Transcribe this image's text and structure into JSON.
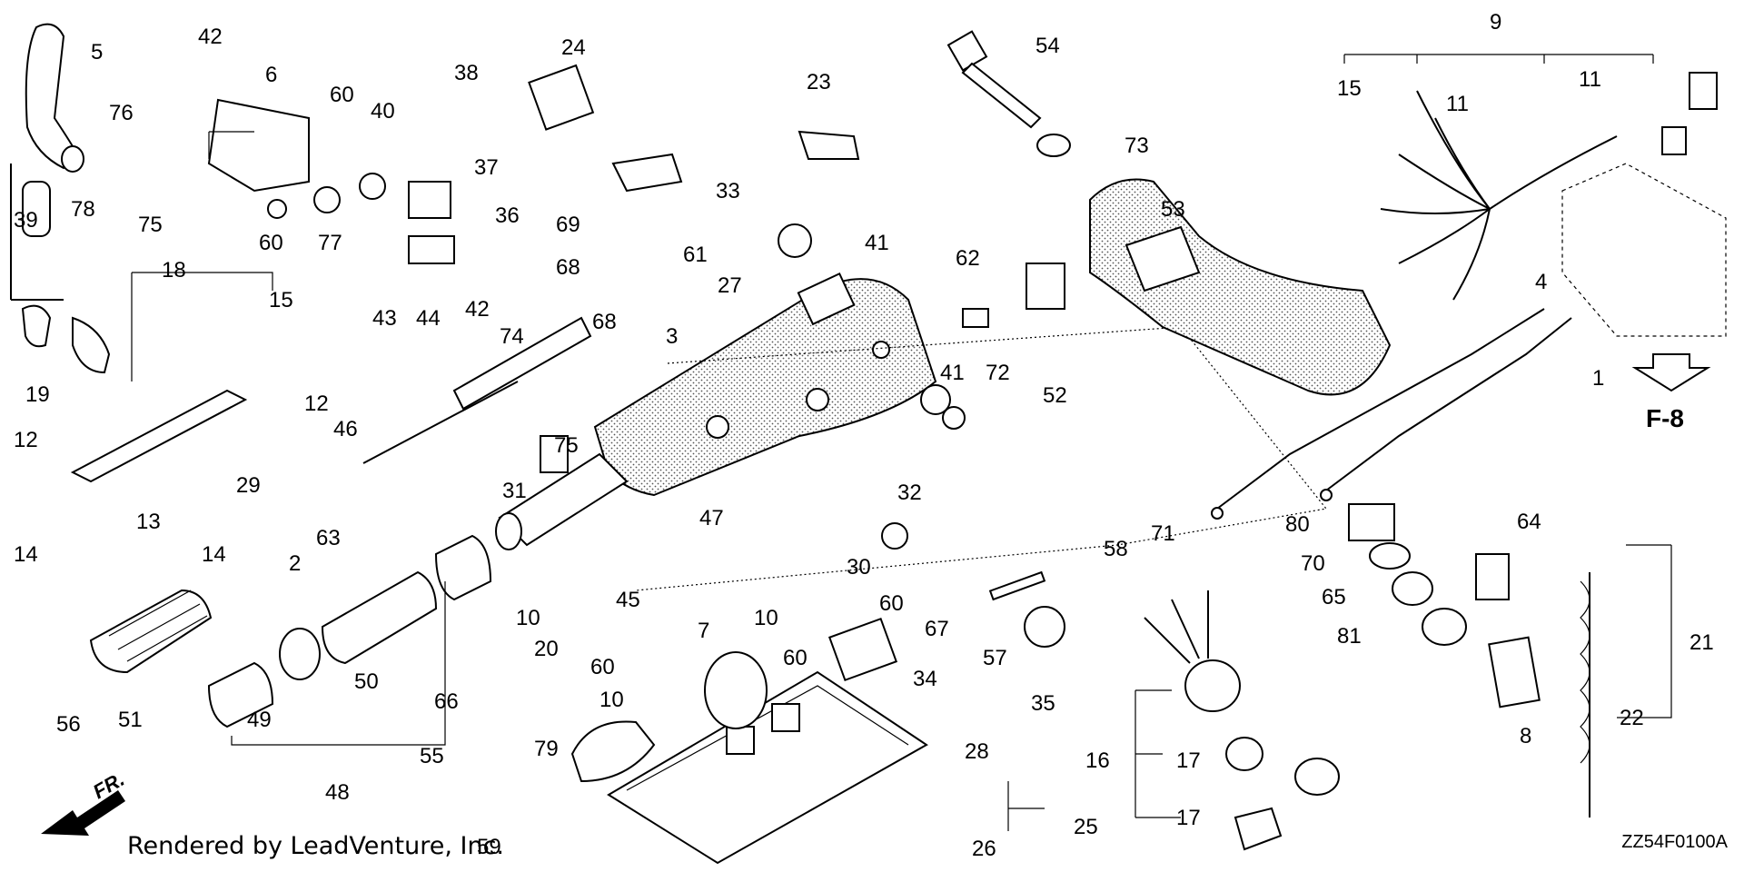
{
  "footer": {
    "rendered_by": "Rendered by LeadVenture, Inc.",
    "diagram_code": "ZZ54F0100A"
  },
  "markers": {
    "front": "FR.",
    "reference": "F-8"
  },
  "callouts": [
    {
      "id": "c5",
      "n": "5"
    },
    {
      "id": "c42a",
      "n": "42"
    },
    {
      "id": "c6",
      "n": "6"
    },
    {
      "id": "c60a",
      "n": "60"
    },
    {
      "id": "c76",
      "n": "76"
    },
    {
      "id": "c78",
      "n": "78"
    },
    {
      "id": "c75a",
      "n": "75"
    },
    {
      "id": "c60b",
      "n": "60"
    },
    {
      "id": "c77",
      "n": "77"
    },
    {
      "id": "c40",
      "n": "40"
    },
    {
      "id": "c38",
      "n": "38"
    },
    {
      "id": "c37",
      "n": "37"
    },
    {
      "id": "c36",
      "n": "36"
    },
    {
      "id": "c43",
      "n": "43"
    },
    {
      "id": "c44",
      "n": "44"
    },
    {
      "id": "c42b",
      "n": "42"
    },
    {
      "id": "c39",
      "n": "39"
    },
    {
      "id": "c18",
      "n": "18"
    },
    {
      "id": "c15a",
      "n": "15"
    },
    {
      "id": "c19",
      "n": "19"
    },
    {
      "id": "c12a",
      "n": "12"
    },
    {
      "id": "c12b",
      "n": "12"
    },
    {
      "id": "c13",
      "n": "13"
    },
    {
      "id": "c14a",
      "n": "14"
    },
    {
      "id": "c14b",
      "n": "14"
    },
    {
      "id": "c29",
      "n": "29"
    },
    {
      "id": "c2",
      "n": "2"
    },
    {
      "id": "c63",
      "n": "63"
    },
    {
      "id": "c46",
      "n": "46"
    },
    {
      "id": "c24",
      "n": "24"
    },
    {
      "id": "c23",
      "n": "23"
    },
    {
      "id": "c33",
      "n": "33"
    },
    {
      "id": "c69",
      "n": "69"
    },
    {
      "id": "c61",
      "n": "61"
    },
    {
      "id": "c68a",
      "n": "68"
    },
    {
      "id": "c68b",
      "n": "68"
    },
    {
      "id": "c74",
      "n": "74"
    },
    {
      "id": "c3",
      "n": "3"
    },
    {
      "id": "c75b",
      "n": "75"
    },
    {
      "id": "c31",
      "n": "31"
    },
    {
      "id": "c27",
      "n": "27"
    },
    {
      "id": "c41a",
      "n": "41"
    },
    {
      "id": "c41b",
      "n": "41"
    },
    {
      "id": "c62",
      "n": "62"
    },
    {
      "id": "c52",
      "n": "52"
    },
    {
      "id": "c72",
      "n": "72"
    },
    {
      "id": "c54",
      "n": "54"
    },
    {
      "id": "c73",
      "n": "73"
    },
    {
      "id": "c53",
      "n": "53"
    },
    {
      "id": "c9",
      "n": "9"
    },
    {
      "id": "c15b",
      "n": "15"
    },
    {
      "id": "c11a",
      "n": "11"
    },
    {
      "id": "c11b",
      "n": "11"
    },
    {
      "id": "c4",
      "n": "4"
    },
    {
      "id": "c1",
      "n": "1"
    },
    {
      "id": "c58",
      "n": "58"
    },
    {
      "id": "c71",
      "n": "71"
    },
    {
      "id": "c64",
      "n": "64"
    },
    {
      "id": "c80",
      "n": "80"
    },
    {
      "id": "c70",
      "n": "70"
    },
    {
      "id": "c65",
      "n": "65"
    },
    {
      "id": "c81",
      "n": "81"
    },
    {
      "id": "c21",
      "n": "21"
    },
    {
      "id": "c22",
      "n": "22"
    },
    {
      "id": "c8",
      "n": "8"
    },
    {
      "id": "c32",
      "n": "32"
    },
    {
      "id": "c47",
      "n": "47"
    },
    {
      "id": "c30",
      "n": "30"
    },
    {
      "id": "c60c",
      "n": "60"
    },
    {
      "id": "c67",
      "n": "67"
    },
    {
      "id": "c57",
      "n": "57"
    },
    {
      "id": "c35",
      "n": "35"
    },
    {
      "id": "c45",
      "n": "45"
    },
    {
      "id": "c10a",
      "n": "10"
    },
    {
      "id": "c10b",
      "n": "10"
    },
    {
      "id": "c10c",
      "n": "10"
    },
    {
      "id": "c60d",
      "n": "60"
    },
    {
      "id": "c60e",
      "n": "60"
    },
    {
      "id": "c7",
      "n": "7"
    },
    {
      "id": "c34",
      "n": "34"
    },
    {
      "id": "c20",
      "n": "20"
    },
    {
      "id": "c66",
      "n": "66"
    },
    {
      "id": "c55",
      "n": "55"
    },
    {
      "id": "c79",
      "n": "79"
    },
    {
      "id": "c28",
      "n": "28"
    },
    {
      "id": "c48",
      "n": "48"
    },
    {
      "id": "c56",
      "n": "56"
    },
    {
      "id": "c51",
      "n": "51"
    },
    {
      "id": "c49",
      "n": "49"
    },
    {
      "id": "c50",
      "n": "50"
    },
    {
      "id": "c16",
      "n": "16"
    },
    {
      "id": "c17a",
      "n": "17"
    },
    {
      "id": "c17b",
      "n": "17"
    },
    {
      "id": "c25",
      "n": "25"
    },
    {
      "id": "c26",
      "n": "26"
    },
    {
      "id": "c59",
      "n": "59"
    }
  ]
}
